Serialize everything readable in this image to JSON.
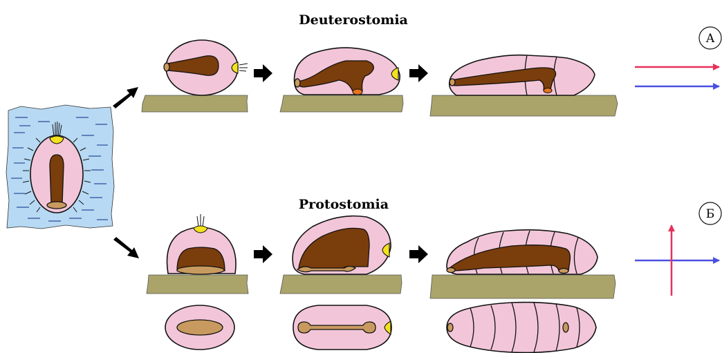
{
  "titles": {
    "deuterostomia": "Deuterostomia",
    "protostomia": "Protostomia"
  },
  "markers": {
    "a": "А",
    "b": "Б"
  },
  "colors": {
    "water": "#b7d9f3",
    "body": "#f2c6d8",
    "gut": "#7a3d0c",
    "blastopore": "#c99a5f",
    "apical_organ": "#f3e21e",
    "anus_mark": "#e8741e",
    "ground": "#aaa46b",
    "axis_red": "#e8305a",
    "axis_blue": "#4a4fe0"
  }
}
